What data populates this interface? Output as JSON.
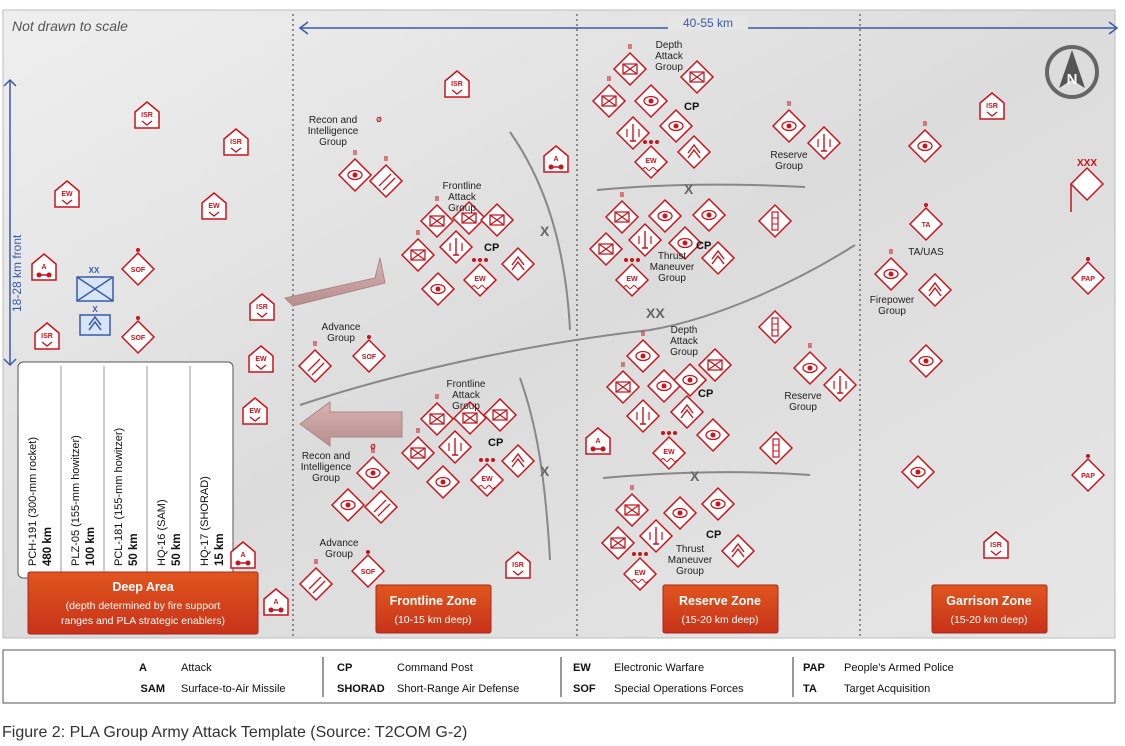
{
  "header": {
    "scale_note": "Not drawn to scale",
    "width_label": "40-55 km",
    "front_label": "18-28 km front"
  },
  "ranges": [
    {
      "system": "PCH-191 (300-mm rocket)",
      "range": "480 km"
    },
    {
      "system": "PLZ-05 (155-mm howitzer)",
      "range": "100 km"
    },
    {
      "system": "PCL-181 (155-mm howitzer)",
      "range": "50 km"
    },
    {
      "system": "HQ-16 (SAM)",
      "range": "50 km"
    },
    {
      "system": "HQ-17 (SHORAD)",
      "range": "15 km"
    }
  ],
  "zones": [
    {
      "title": "Deep Area",
      "sub1": "(depth determined by fire support",
      "sub2": "ranges and PLA strategic enablers)"
    },
    {
      "title": "Frontline Zone",
      "sub1": "(10-15 km deep)"
    },
    {
      "title": "Reserve Zone",
      "sub1": "(15-20 km deep)"
    },
    {
      "title": "Garrison Zone",
      "sub1": "(15-20 km deep)"
    }
  ],
  "groups": {
    "recon_top": [
      "Recon and",
      "Intelligence",
      "Group"
    ],
    "recon_bottom": [
      "Recon and",
      "Intelligence",
      "Group"
    ],
    "frontline_top": [
      "Frontline",
      "Attack",
      "Group"
    ],
    "frontline_bottom": [
      "Frontline",
      "Attack",
      "Group"
    ],
    "advance_top": [
      "Advance",
      "Group"
    ],
    "advance_bottom": [
      "Advance",
      "Group"
    ],
    "depth_top": [
      "Depth",
      "Attack",
      "Group"
    ],
    "depth_bottom": [
      "Depth",
      "Attack",
      "Group"
    ],
    "thrust_top": [
      "Thrust",
      "Maneuver",
      "Group"
    ],
    "thrust_bottom": [
      "Thrust",
      "Maneuver",
      "Group"
    ],
    "reserve_top": [
      "Reserve",
      "Group"
    ],
    "reserve_bottom": [
      "Reserve",
      "Group"
    ],
    "firepower": [
      "Firepower",
      "Group"
    ],
    "ta_uas": [
      "TA/UAS"
    ]
  },
  "cp_label": "CP",
  "symbols": {
    "isr": "ISR",
    "ew": "EW",
    "sof": "SOF",
    "attack": "A",
    "ta": "TA",
    "pap": "PAP",
    "unit_xx": "XX",
    "unit_x": "X",
    "unit_xxx": "XXX",
    "boundary_x": "X",
    "boundary_xx": "XX",
    "echelon_ii": "II",
    "recon_mark": "Ø"
  },
  "legend": [
    {
      "abbr": "A",
      "text": "Attack"
    },
    {
      "abbr": "SAM",
      "text": "Surface-to-Air Missile"
    },
    {
      "abbr": "CP",
      "text": "Command Post"
    },
    {
      "abbr": "SHORAD",
      "text": "Short-Range Air Defense"
    },
    {
      "abbr": "EW",
      "text": "Electronic Warfare"
    },
    {
      "abbr": "SOF",
      "text": "Special Operations Forces"
    },
    {
      "abbr": "PAP",
      "text": "People's Armed Police"
    },
    {
      "abbr": "TA",
      "text": "Target Acquisition"
    }
  ],
  "caption": "Figure 2: PLA Group Army Attack Template (Source: T2COM G-2)",
  "colors": {
    "symbol": "#c8141c",
    "zone_box": "#d3401c",
    "blue": "#3b5ba8",
    "arrow": "#c9a3a3"
  }
}
